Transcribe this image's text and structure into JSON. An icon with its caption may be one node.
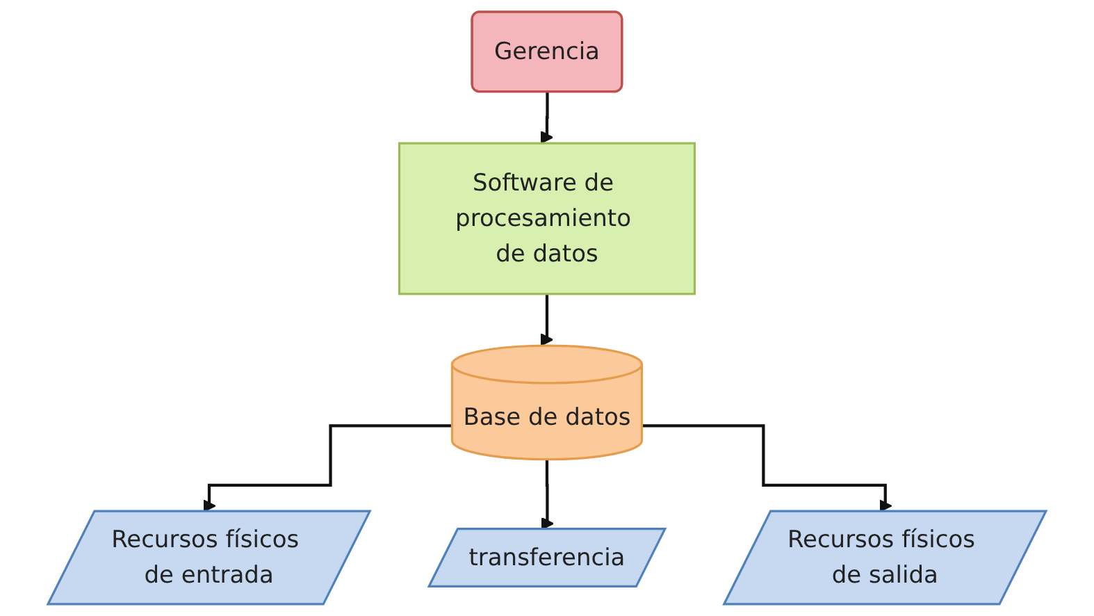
{
  "diagram": {
    "nodes": [
      {
        "text": [
          "Gerencia"
        ]
      },
      {
        "text": [
          "Software de procesamiento de datos"
        ]
      },
      {
        "text": [
          "Base de datos"
        ]
      },
      {
        "text": [
          "Recursos físicos de entrada"
        ]
      },
      {
        "text": [
          "transferencia"
        ]
      },
      {
        "text": [
          "Recursos físicos de salida"
        ]
      }
    ],
    "edges": [
      {
        "from": 0,
        "to": 1,
        "arrow": "to"
      },
      {
        "from": 1,
        "to": 2,
        "arrow": "to"
      },
      {
        "from": 2,
        "to": 3,
        "arrow": "to"
      },
      {
        "from": 2,
        "to": 4,
        "arrow": "to"
      },
      {
        "from": 2,
        "to": 5,
        "arrow": "to"
      }
    ]
  }
}
